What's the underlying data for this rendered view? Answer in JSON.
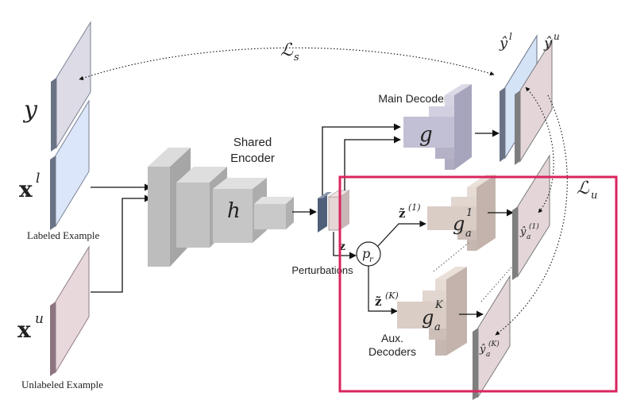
{
  "diagram": {
    "labels": {
      "y": "y",
      "x_l": "x",
      "x_l_sup": "l",
      "x_u": "x",
      "x_u_sup": "u",
      "labeled_example": "Labeled Example",
      "unlabeled_example": "Unlabeled Example",
      "shared_encoder_1": "Shared",
      "shared_encoder_2": "Encoder",
      "h": "h",
      "z": "z",
      "perturbations": "Perturbations",
      "p": "p",
      "p_sub": "r",
      "main_decoder": "Main Decoder",
      "g": "g",
      "ga": "g",
      "ga_sub": "a",
      "ga1_sup": "1",
      "gaK_sup": "K",
      "z1": "z̃",
      "z1_sup": "(1)",
      "zK": "z̃",
      "zK_sup": "(K)",
      "aux_decoders_1": "Aux.",
      "aux_decoders_2": "Decoders",
      "yhat_l": "ŷ",
      "yhat_l_sup": "l",
      "yhat_u": "ŷ",
      "yhat_u_sup": "u",
      "yhat_a": "ŷ",
      "yhat_a_sub": "a",
      "yhat_a1_sup": "(1)",
      "yhat_aK_sup": "(K)",
      "loss_s": "ℒ",
      "loss_s_sub": "s",
      "loss_u": "ℒ",
      "loss_u_sub": "u"
    },
    "colors": {
      "labeled_input": "#dbe6fb",
      "unlabeled_input": "#e8d8dc",
      "label_map": "#dcdbe6",
      "main_pred_blue": "#d5e3f7",
      "pred_pink": "#e4d6d8",
      "encoder": "#c4c4c4",
      "main_decoder": "#b9b6cc",
      "aux_decoder": "#d7c9c2",
      "highlight_box": "#d9245e"
    }
  }
}
